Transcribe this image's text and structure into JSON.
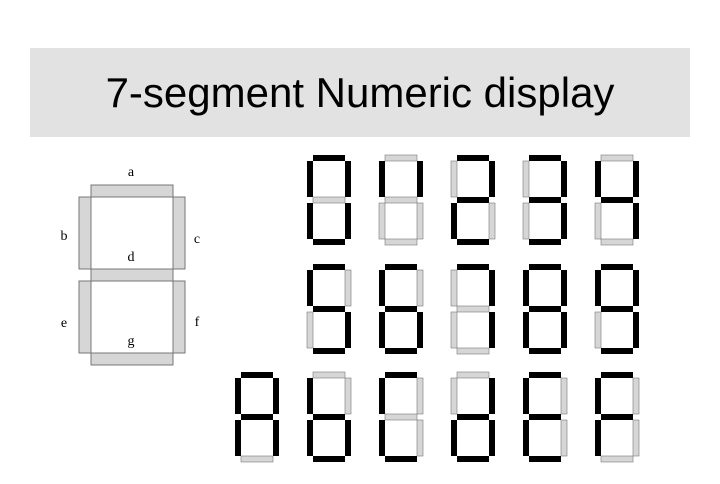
{
  "title": "7-segment Numeric display",
  "legend": {
    "labels": {
      "a": "a",
      "b": "b",
      "c": "c",
      "d": "d",
      "e": "e",
      "f": "f",
      "g": "g"
    }
  },
  "colors": {
    "on": "#000000",
    "off": "#d6d6d6",
    "off_stroke": "#777777",
    "background": "#ffffff",
    "title_bar": "#e2e2e2"
  },
  "digit_rows": [
    [
      [
        "a",
        "b",
        "c",
        "e",
        "f",
        "g"
      ],
      [
        "b",
        "c"
      ],
      [
        "a",
        "c",
        "d",
        "e",
        "g"
      ],
      [
        "a",
        "c",
        "d",
        "f",
        "g"
      ],
      [
        "b",
        "c",
        "d",
        "f"
      ]
    ],
    [
      [
        "a",
        "b",
        "d",
        "f",
        "g"
      ],
      [
        "a",
        "b",
        "d",
        "e",
        "f",
        "g"
      ],
      [
        "a",
        "c",
        "f"
      ],
      [
        "a",
        "b",
        "c",
        "d",
        "e",
        "f",
        "g"
      ],
      [
        "a",
        "b",
        "c",
        "d",
        "f",
        "g"
      ]
    ],
    [
      [
        "a",
        "b",
        "c",
        "d",
        "e",
        "f"
      ],
      [
        "b",
        "d",
        "e",
        "f",
        "g"
      ],
      [
        "a",
        "b",
        "e",
        "g"
      ],
      [
        "c",
        "d",
        "e",
        "f",
        "g"
      ],
      [
        "a",
        "b",
        "d",
        "e",
        "g"
      ],
      [
        "a",
        "b",
        "d",
        "e"
      ]
    ]
  ]
}
